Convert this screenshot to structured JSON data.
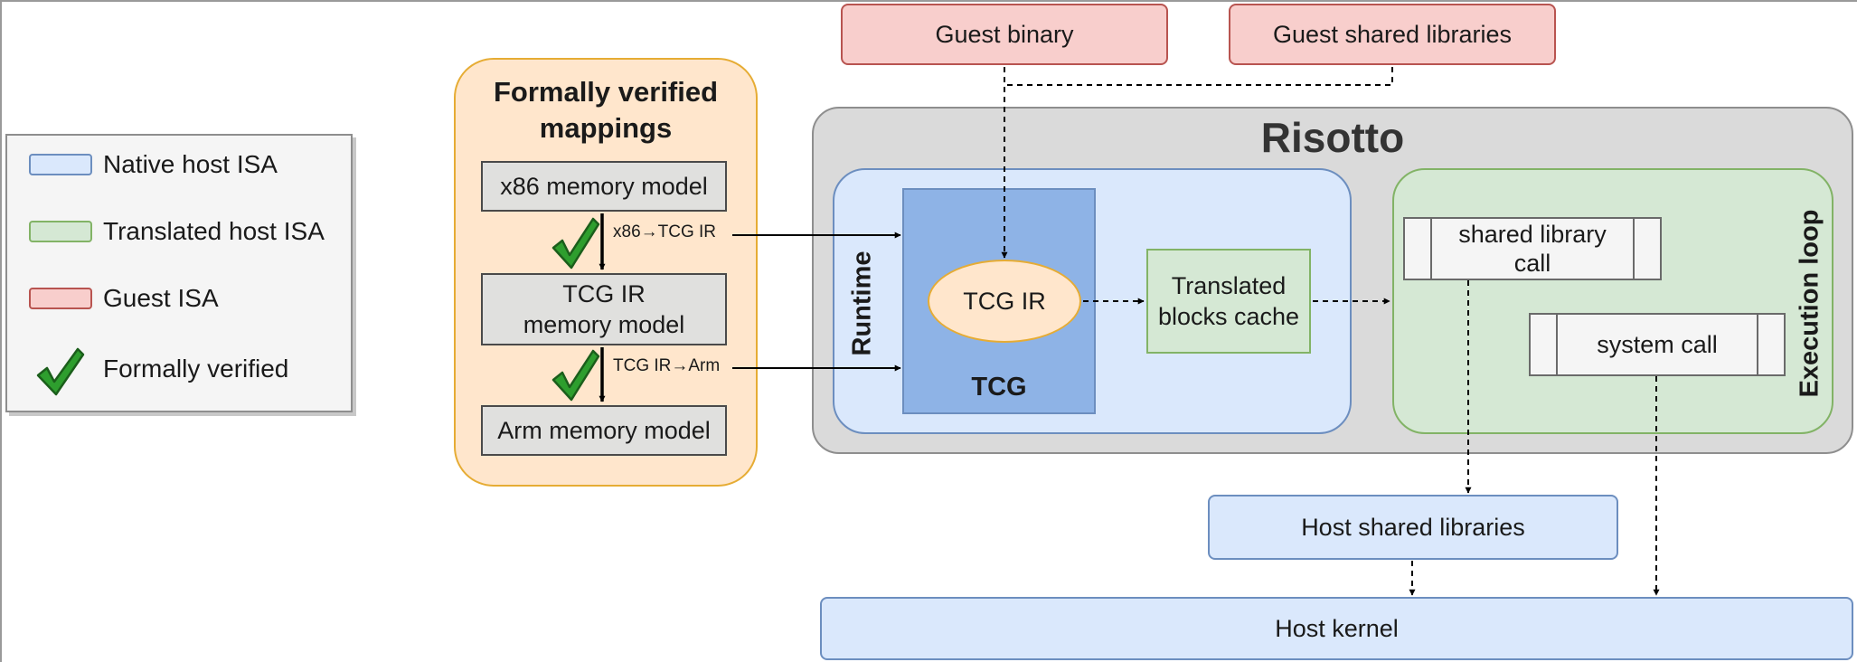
{
  "legend": {
    "items": [
      {
        "label": "Native host ISA",
        "fill": "#dae8fc",
        "stroke": "#6c8ebf"
      },
      {
        "label": "Translated host ISA",
        "fill": "#d5e8d4",
        "stroke": "#82b366"
      },
      {
        "label": "Guest ISA",
        "fill": "#f8cecc",
        "stroke": "#b85450"
      },
      {
        "label": "Formally verified",
        "icon": "check-icon",
        "color": "#2e8b2e"
      }
    ]
  },
  "guest": {
    "binary": "Guest binary",
    "shared_libraries": "Guest shared libraries"
  },
  "verified_mappings": {
    "title": "Formally verified mappings",
    "x86_model": "x86 memory model",
    "tcg_model_line1": "TCG IR",
    "tcg_model_line2": "memory model",
    "arm_model": "Arm memory model",
    "mapping_1": "x86→TCG IR",
    "mapping_2": "TCG IR→Arm"
  },
  "risotto": {
    "title": "Risotto",
    "runtime": "Runtime",
    "tcg": "TCG",
    "tcg_ir": "TCG IR",
    "cache_line1": "Translated",
    "cache_line2": "blocks cache",
    "execution_loop": "Execution loop",
    "shared_library_call_line1": "shared library",
    "shared_library_call_line2": "call",
    "system_call": "system call"
  },
  "host": {
    "shared_libraries": "Host shared libraries",
    "kernel": "Host kernel"
  }
}
